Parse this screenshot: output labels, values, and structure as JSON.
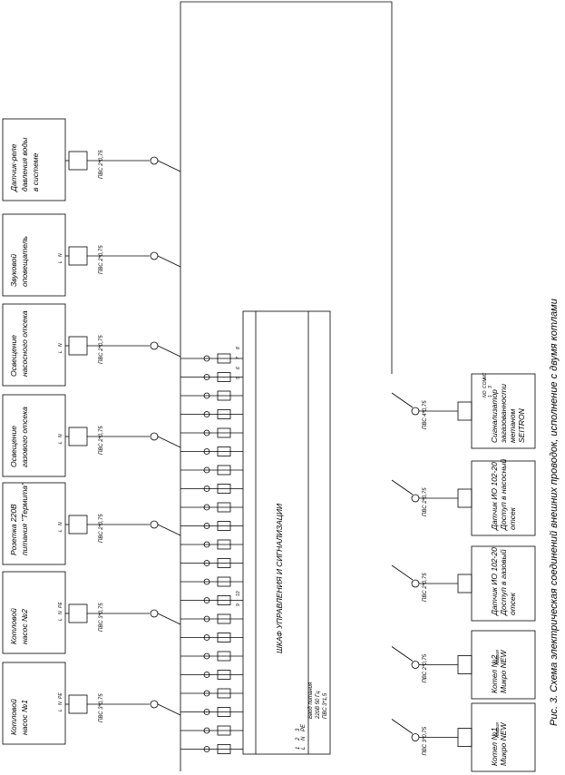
{
  "left_devices": [
    {
      "label_lines": [
        "Датчик-реле",
        "давления воды",
        "в системе"
      ],
      "cable": "ПВС 2*0,75",
      "terms": []
    },
    {
      "label_lines": [
        "Звуковой",
        "оповещатель"
      ],
      "cable": "ПВС 2*0,75",
      "terms": [
        "L",
        "N"
      ]
    },
    {
      "label_lines": [
        "Освещение",
        "насосного отсека"
      ],
      "cable": "ПВС 2*0,75",
      "terms": [
        "L",
        "N"
      ]
    },
    {
      "label_lines": [
        "Освещение",
        "газового отсека"
      ],
      "cable": "ПВС 2*0,75",
      "terms": [
        "L",
        "N"
      ]
    },
    {
      "label_lines": [
        "Розетка 220В",
        "питания \"Термита\""
      ],
      "cable": "ПВС 2*0,75",
      "terms": [
        "L",
        "N"
      ]
    },
    {
      "label_lines": [
        "Котловой",
        "насос №2"
      ],
      "cable": "ПВС 3*0,75",
      "terms": [
        "L",
        "N",
        "PE"
      ]
    },
    {
      "label_lines": [
        "Котловой",
        "насос №1"
      ],
      "cable": "ПВС 3*0,75",
      "terms": [
        "L",
        "N",
        "PE"
      ]
    }
  ],
  "right_devices": [
    {
      "label_lines": [
        "Сигнализатор",
        "загазованности",
        "метаном",
        "SEITRON"
      ],
      "cable": "ПВС 4*0,75"
    },
    {
      "label_lines": [
        "Датчик ИО 102-20",
        "Доступ в насосный",
        "отсек"
      ],
      "cable": "ПВС 2*0,75"
    },
    {
      "label_lines": [
        "Датчик ИО 102-20",
        "Доступ в газовый",
        "отсек"
      ],
      "cable": "ПВС 2*0,75"
    },
    {
      "label_lines": [
        "Котел №2",
        "Микро NEW"
      ],
      "cable": "ПВС 2*0,75",
      "extra": "Авария"
    },
    {
      "label_lines": [
        "Котел №1",
        "Микро NEW"
      ],
      "cable": "ПВС 3*0,75",
      "extra": "Авария"
    }
  ],
  "cabinet": {
    "title": "ШКАФ УПРАВЛЕНИЯ И СИГНАЛИЗАЦИИ",
    "power_lines": [
      "Ввод питания",
      "220В 50 Гц",
      "ПВС 3*1,5"
    ],
    "power_terms": [
      "L",
      "N",
      "PE"
    ],
    "power_nums": [
      "1",
      "2",
      "3"
    ],
    "term_nums_top": [
      "5",
      "6",
      "7",
      "8"
    ],
    "term_nums_mid": [
      "9",
      "10"
    ]
  },
  "seitron_terms": [
    "NO",
    "COM",
    "NC",
    "1",
    "3"
  ],
  "caption": "Рис. 3. Схема электрическая соединений внешних проводок, исполнение с двумя котлами"
}
